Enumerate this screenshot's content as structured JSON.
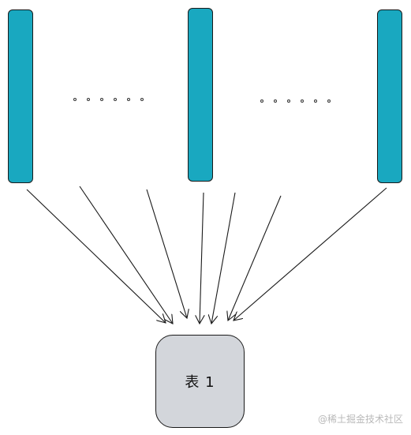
{
  "colors": {
    "bar_fill": "#19a8c0",
    "box_fill": "#d3d6db",
    "stroke": "#1a1a1a",
    "watermark": "#b9b9b9"
  },
  "nodes": {
    "bars": [
      "",
      "",
      ""
    ],
    "target": {
      "label": "表 1"
    }
  },
  "ellipsis": {
    "left_dots": 6,
    "right_dots": 6
  },
  "arrows": {
    "count": 7,
    "direction": "into-target"
  },
  "watermark": {
    "text": "@稀土掘金技术社区"
  }
}
